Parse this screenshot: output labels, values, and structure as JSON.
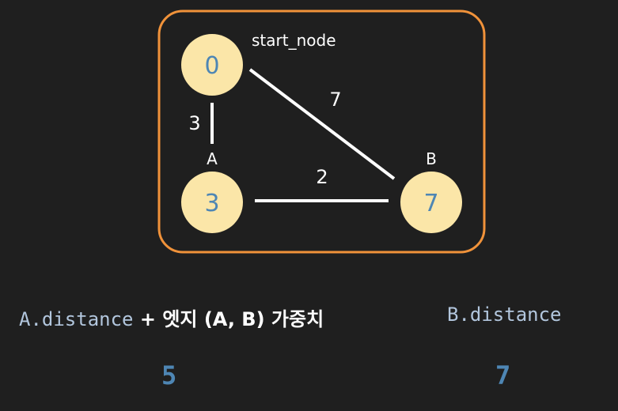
{
  "graph": {
    "start_label": "start_node",
    "nodes": {
      "start": {
        "value": "0"
      },
      "a": {
        "label": "A",
        "value": "3"
      },
      "b": {
        "label": "B",
        "value": "7"
      }
    },
    "edges": {
      "start_a": {
        "weight": "3"
      },
      "start_b": {
        "weight": "7"
      },
      "a_b": {
        "weight": "2"
      }
    },
    "colors": {
      "frame": "#f0923a",
      "node_fill": "#fbe6a8",
      "node_text": "#4e86b4",
      "edge": "#ffffff"
    }
  },
  "expression": {
    "left_code": "A.distance",
    "left_text": " + 엣지 (A, B) 가중치",
    "right_code": "B.distance",
    "left_value": "5",
    "right_value": "7"
  }
}
